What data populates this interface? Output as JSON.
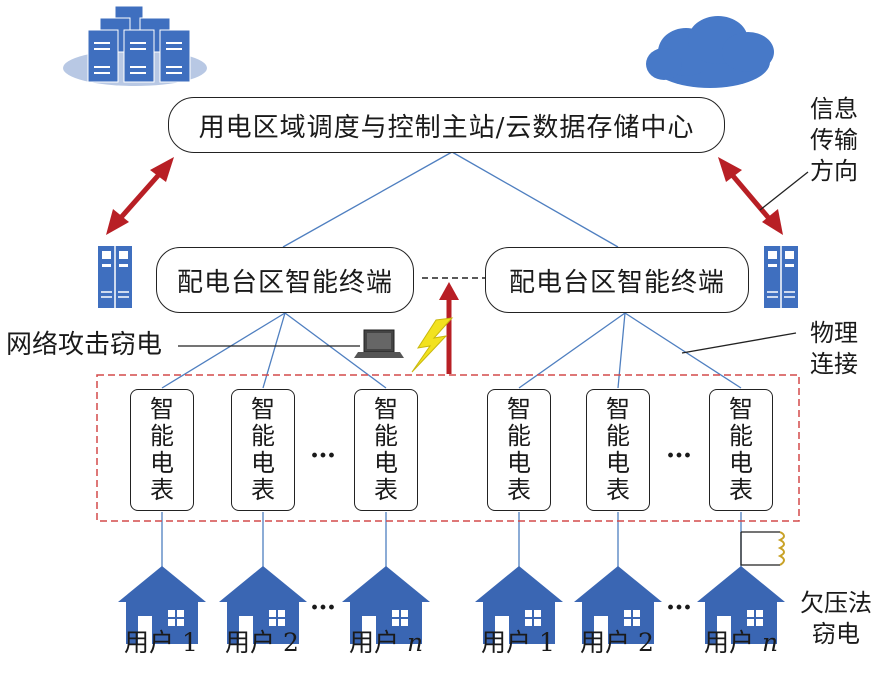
{
  "master_station": {
    "label": "用电区域调度与控制主站/云数据存储中心"
  },
  "terminal_left": {
    "label": "配电台区智能终端"
  },
  "terminal_right": {
    "label": "配电台区智能终端"
  },
  "meter_label": "智能电表",
  "ellipsis": "…",
  "annotations": {
    "info_direction": "信息传输方向",
    "physical_link": "物理连接",
    "network_attack": "网络攻击窃电",
    "undervoltage_theft": "欠压法窃电"
  },
  "users": [
    {
      "prefix": "用户",
      "suffix": "1"
    },
    {
      "prefix": "用户",
      "suffix": "2"
    },
    {
      "prefix": "用户",
      "suffix": "n"
    },
    {
      "prefix": "用户",
      "suffix": "1"
    },
    {
      "prefix": "用户",
      "suffix": "2"
    },
    {
      "prefix": "用户",
      "suffix": "n"
    }
  ],
  "colors": {
    "house": "#3a66b3",
    "server": "#3f6fbf",
    "cloud": "#4779c8",
    "arrow": "#b81f25",
    "link": "#4f7fc0",
    "dashed_box": "#d44a4a",
    "lightning": "#f2e21f",
    "coil": "#c9a227"
  }
}
